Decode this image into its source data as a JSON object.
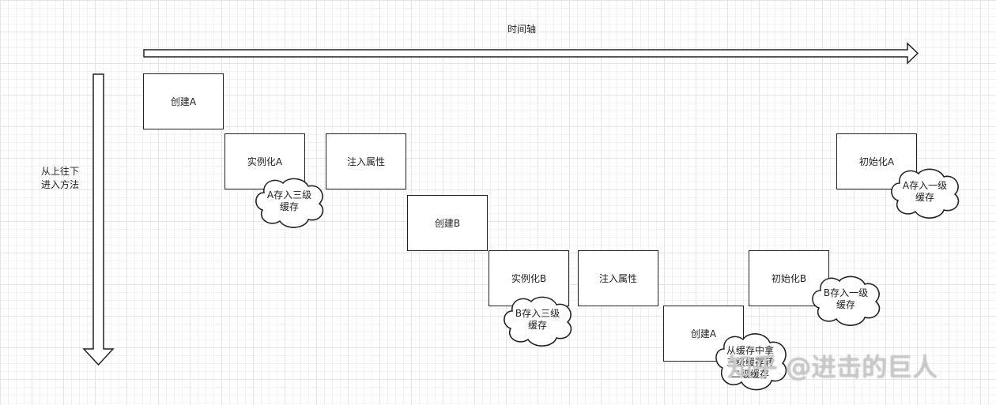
{
  "timeline_label": "时间轴",
  "vertical_label": "从上往下\n进入方法",
  "boxes": [
    {
      "label": "创建A"
    },
    {
      "label": "实例化A"
    },
    {
      "label": "注入属性"
    },
    {
      "label": "创建B"
    },
    {
      "label": "实例化B"
    },
    {
      "label": "注入属性"
    },
    {
      "label": "创建A"
    },
    {
      "label": "初始化B"
    },
    {
      "label": "初始化A"
    }
  ],
  "clouds": [
    {
      "label": "A存入三级\n缓存"
    },
    {
      "label": "B存入三级\n缓存"
    },
    {
      "label": "从缓存中拿\n三级缓存转\n二级缓存"
    },
    {
      "label": "B存入一级\n缓存"
    },
    {
      "label": "A存入一级\n缓存"
    }
  ],
  "watermark": "知乎 @进击的巨人"
}
